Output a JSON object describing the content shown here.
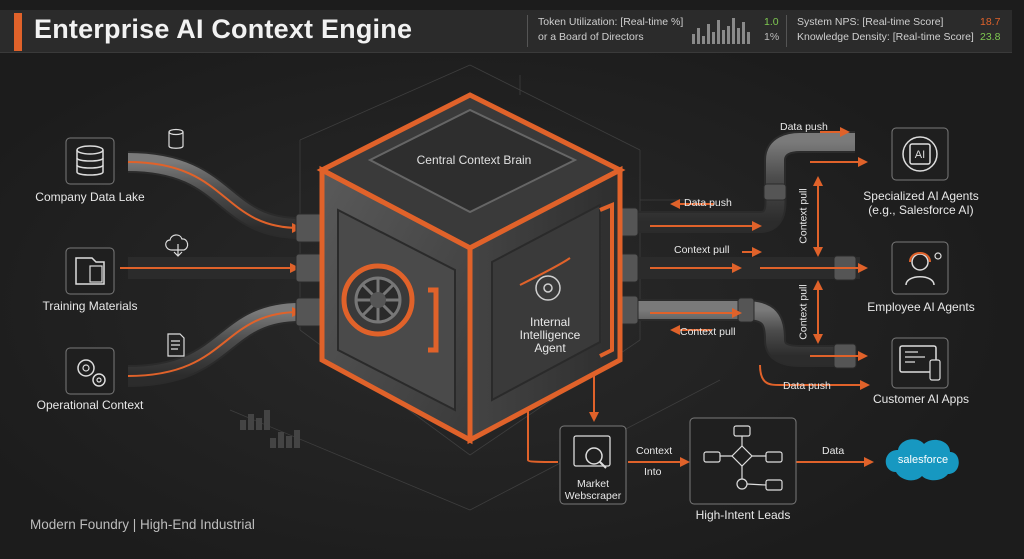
{
  "title": "Enterprise AI Context Engine",
  "metrics": {
    "token_utilization": "Token Utilization: [Real-time %]",
    "board": "or a Board of Directors",
    "token_value_1": "1.0",
    "token_value_2": "1%",
    "system_nps": "System NPS: [Real-time Score]",
    "knowledge_density": "Knowledge Density: [Real-time Score]",
    "nps_value": "18.7",
    "density_value": "23.8"
  },
  "inputs": {
    "data_lake": "Company Data Lake",
    "training": "Training Materials",
    "operational": "Operational Context"
  },
  "core": {
    "brain": "Central Context Brain",
    "agent_line1": "Internal",
    "agent_line2": "Intelligence",
    "agent_line3": "Agent"
  },
  "flows": {
    "data_push_top": "Data push",
    "data_push_mid": "Data push",
    "context_pull_mid": "Context pull",
    "context_pull_low": "Context pull",
    "context_pull_v1": "Context pull",
    "context_pull_v2": "Context pull",
    "data_push_bottom": "Data push",
    "context": "Context",
    "into": "Into",
    "data": "Data"
  },
  "outputs": {
    "specialized_1": "Specialized AI Agents",
    "specialized_2": "(e.g., Salesforce AI)",
    "employee": "Employee AI Agents",
    "customer": "Customer AI Apps",
    "ai_badge": "AI"
  },
  "bottom": {
    "scraper_1": "Market",
    "scraper_2": "Webscraper",
    "leads": "High-Intent Leads",
    "salesforce": "salesforce"
  },
  "footer": "Modern Foundry | High-End Industrial",
  "colors": {
    "accent": "#e0622a",
    "metal": "#4a4a4a",
    "background": "#1d1d1d",
    "salesforce_blue": "#1798c1",
    "positive": "#7ec850",
    "negative": "#e0622a"
  }
}
